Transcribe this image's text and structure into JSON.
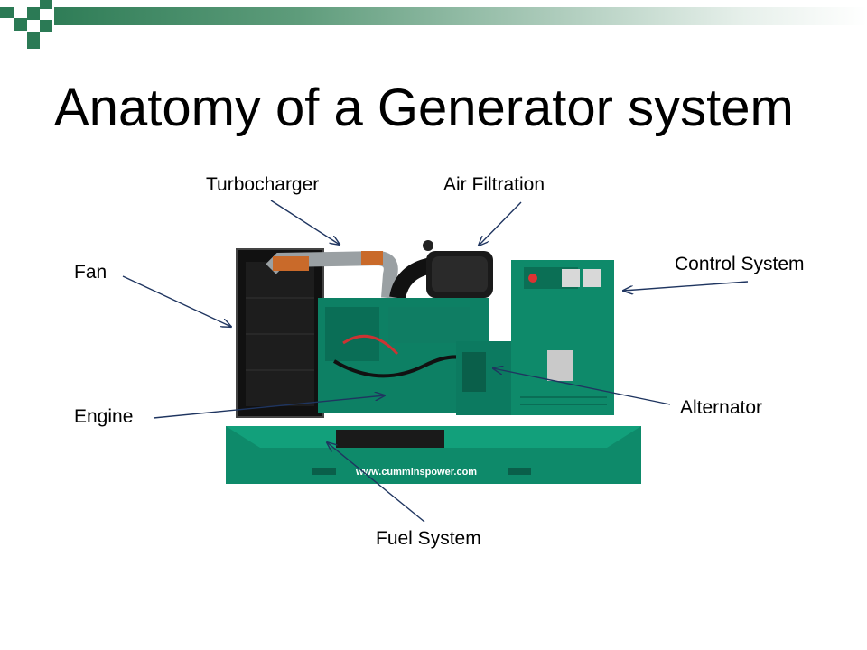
{
  "slide": {
    "title": "Anatomy of a Generator system",
    "accent_color": "#2b7a55"
  },
  "callouts": {
    "turbocharger": "Turbocharger",
    "air_filtration": "Air Filtration",
    "fan": "Fan",
    "control_system": "Control System",
    "engine": "Engine",
    "alternator": "Alternator",
    "fuel_system": "Fuel System"
  },
  "generator": {
    "brand_url": "www.cumminspower.com",
    "body_color": "#0e8a6a"
  }
}
